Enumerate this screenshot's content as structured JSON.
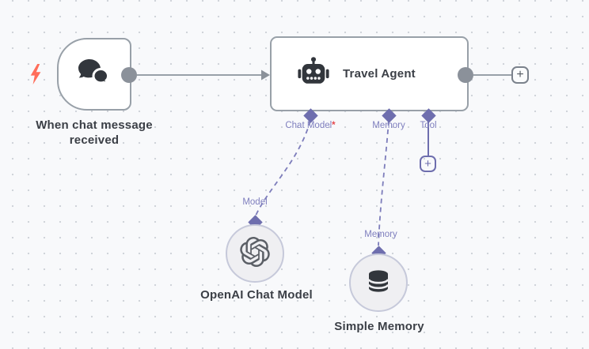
{
  "canvas": {
    "name": "workflow editor canvas"
  },
  "colors": {
    "accent_purple": "#6e6eae",
    "label_purple": "#7f7fbe",
    "node_border_gray": "#98a0a8",
    "connector_gray": "#8b919a",
    "trigger_bolt_red": "#ff6d5a",
    "required_red": "#e5484d",
    "text_dark": "#3b3f46",
    "circle_node_fill": "#efeff2",
    "canvas_bg": "#f8f9fb"
  },
  "trigger_node": {
    "label": "When chat message received",
    "icon": "chat-bubbles-icon"
  },
  "agent_node": {
    "title": "Travel Agent",
    "icon": "robot-icon",
    "ports": [
      {
        "label": "Chat Model",
        "required_marker": "*"
      },
      {
        "label": "Memory"
      },
      {
        "label": "Tool"
      }
    ]
  },
  "sub_nodes": [
    {
      "label": "OpenAI Chat Model",
      "port_label": "Model",
      "icon": "openai-logo-icon"
    },
    {
      "label": "Simple Memory",
      "port_label": "Memory",
      "icon": "database-icon"
    }
  ],
  "buttons": {
    "add_node_label": "+",
    "add_tool_label": "+"
  }
}
